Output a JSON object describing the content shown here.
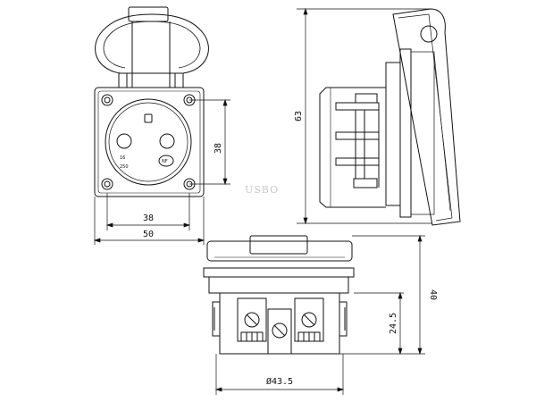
{
  "watermark": "USBO",
  "front_view": {
    "dim_width_inner": "38",
    "dim_width_outer": "50",
    "dim_height_inner": "38",
    "socket_rating": [
      "16",
      "",
      "250"
    ],
    "cert_mark": "NF"
  },
  "side_view": {
    "dim_height": "63"
  },
  "bottom_view": {
    "dim_height_total": "40",
    "dim_height_body": "24.5",
    "dim_diameter": "Ø43.5"
  }
}
